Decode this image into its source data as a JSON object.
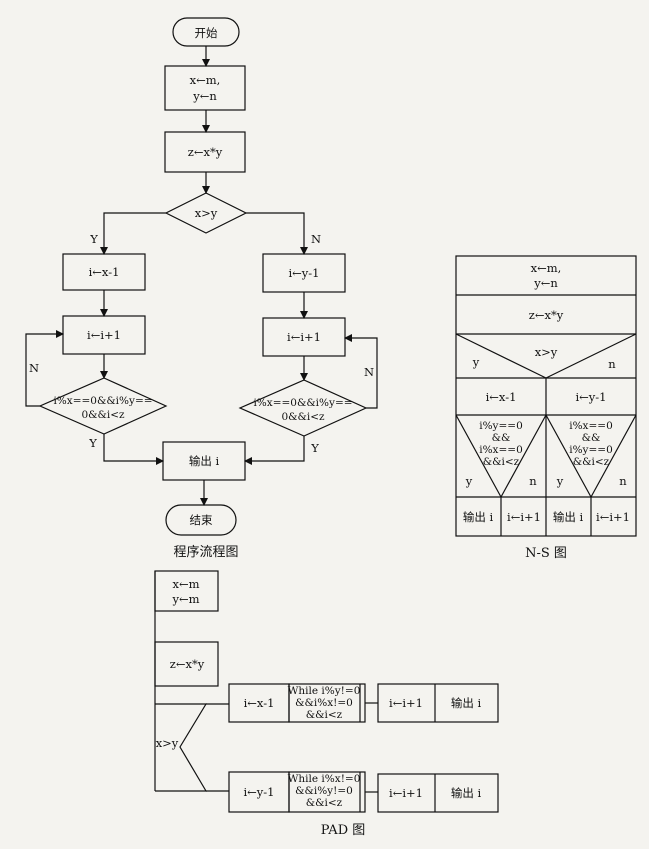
{
  "flowchart": {
    "caption": "程序流程图",
    "start": "开始",
    "init_line1": "x←m,",
    "init_line2": "y←n",
    "compute": "z←x*y",
    "decision": "x>y",
    "yes_label": "Y",
    "no_label": "N",
    "left_assign": "i←x-1",
    "left_increment": "i←i+1",
    "left_cond_line1": "i%x==0&&i%y==",
    "left_cond_line2": "0&&i<z",
    "left_loop_label": "N",
    "left_exit_label": "Y",
    "right_assign": "i←y-1",
    "right_increment": "i←i+1",
    "right_cond_line1": "i%x==0&&i%y==",
    "right_cond_line2": "0&&i<z",
    "right_loop_label": "N",
    "right_exit_label": "Y",
    "output": "输出 i",
    "end": "结束"
  },
  "ns": {
    "caption": "N-S 图",
    "init_line1": "x←m,",
    "init_line2": "y←n",
    "compute": "z←x*y",
    "cond": "x>y",
    "cond_yes": "y",
    "cond_no": "n",
    "left_assign": "i←x-1",
    "right_assign": "i←y-1",
    "left_cond": [
      "i%y==0",
      "&&",
      "i%x==0",
      "&&i<z"
    ],
    "right_cond": [
      "i%x==0",
      "&&",
      "i%y==0",
      "&&i<z"
    ],
    "loop_yes": "y",
    "loop_no": "n",
    "left_output": "输出 i",
    "left_incr": "i←i+1",
    "right_output": "输出 i",
    "right_incr": "i←i+1"
  },
  "pad": {
    "caption": "PAD 图",
    "init_line1": "x←m",
    "init_line2": "y←m",
    "compute": "z←x*y",
    "cond": "x>y",
    "top_assign": "i←x-1",
    "top_while": [
      "While i%y!=0",
      "&&i%x!=0",
      "&&i<z"
    ],
    "top_incr": "i←i+1",
    "top_output": "输出 i",
    "bottom_assign": "i←y-1",
    "bottom_while": [
      "While i%x!=0",
      "&&i%y!=0",
      "&&i<z"
    ],
    "bottom_incr": "i←i+1",
    "bottom_output": "输出 i"
  }
}
